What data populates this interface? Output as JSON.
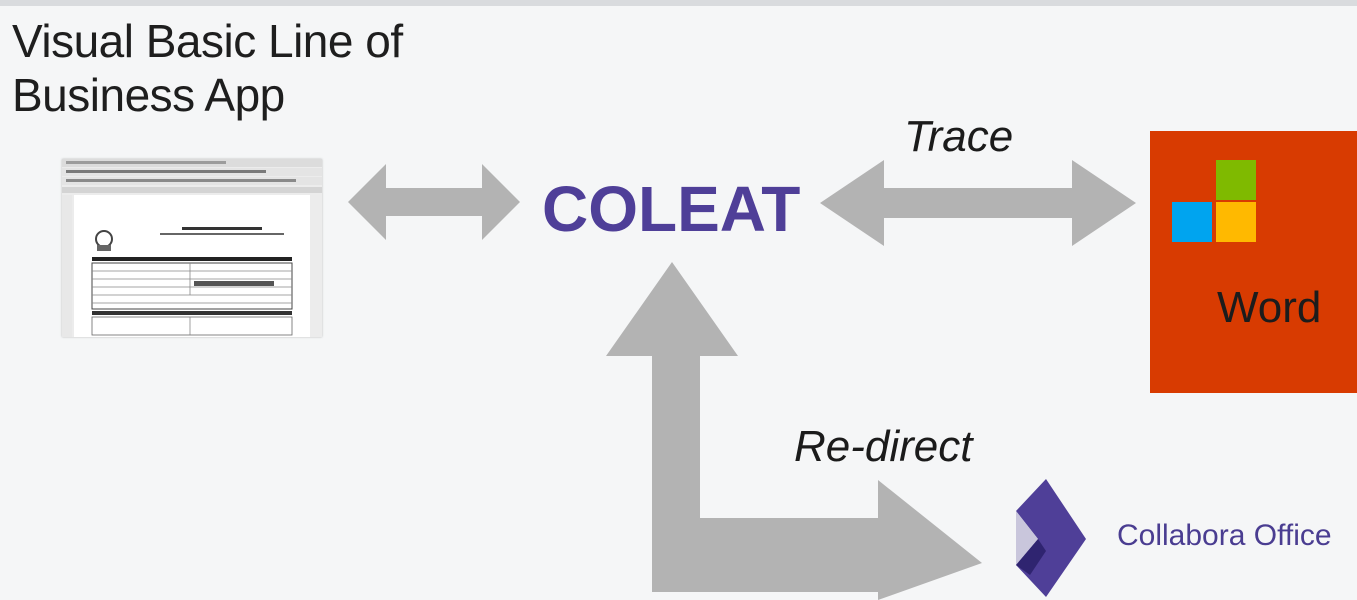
{
  "title": {
    "line1": "Visual Basic Line of",
    "line2": "Business App"
  },
  "center_label": "COLEAT",
  "edges": {
    "trace": "Trace",
    "redirect": "Re-direct"
  },
  "word_tile": {
    "label": "Word",
    "color": "#d83b01",
    "logo_colors": [
      "#7fba00",
      "#00a4ef",
      "#ffb900"
    ]
  },
  "collabora": {
    "label": "Collabora Office",
    "color": "#4a3d91"
  },
  "colors": {
    "accent": "#4f3f98",
    "arrow": "#b3b3b3",
    "background": "#f5f6f7"
  }
}
